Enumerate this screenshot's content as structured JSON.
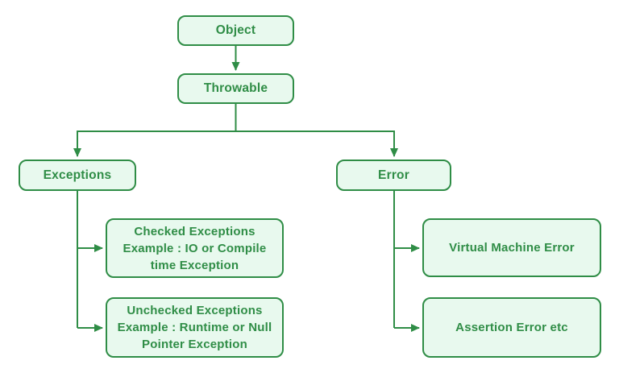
{
  "diagram": {
    "type": "flowchart",
    "colors": {
      "accent": "#2f8d46",
      "node_fill": "#e8f9ee",
      "background": "#ffffff"
    },
    "nodes": {
      "object": {
        "label": "Object"
      },
      "throwable": {
        "label": "Throwable"
      },
      "exceptions": {
        "label": "Exceptions"
      },
      "error": {
        "label": "Error"
      },
      "checked_exceptions": {
        "label": "Checked Exceptions\nExample : IO or Compile\ntime Exception"
      },
      "unchecked_exceptions": {
        "label": "Unchecked Exceptions\nExample : Runtime or Null\nPointer Exception"
      },
      "virtual_machine_error": {
        "label": "Virtual Machine Error"
      },
      "assertion_error": {
        "label": "Assertion Error etc"
      }
    },
    "edges": [
      {
        "from": "object",
        "to": "throwable"
      },
      {
        "from": "throwable",
        "to": "exceptions"
      },
      {
        "from": "throwable",
        "to": "error"
      },
      {
        "from": "exceptions",
        "to": "checked_exceptions"
      },
      {
        "from": "exceptions",
        "to": "unchecked_exceptions"
      },
      {
        "from": "error",
        "to": "virtual_machine_error"
      },
      {
        "from": "error",
        "to": "assertion_error"
      }
    ]
  }
}
